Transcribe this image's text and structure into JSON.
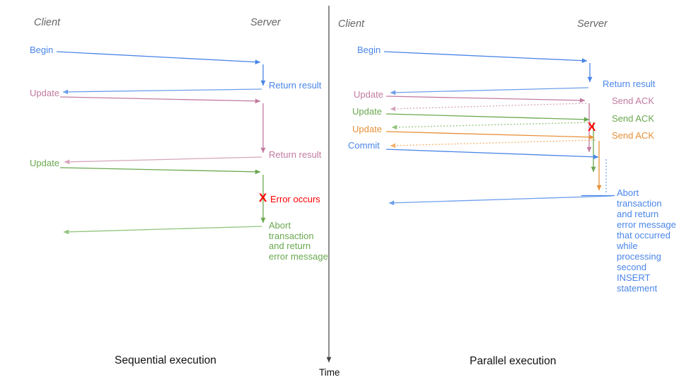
{
  "colors": {
    "blue": "#4a86e8",
    "blue_light": "#6d9eeb",
    "pink": "#c27ba0",
    "pink_light": "#d5a6bd",
    "green": "#6aa84f",
    "green_light": "#93c47d",
    "orange": "#e69138",
    "orange_light": "#f6b26b",
    "red": "#ff0000",
    "header_gray": "#666666",
    "axis_dark": "#444444"
  },
  "time_axis_label": "Time",
  "left_panel": {
    "caption": "Sequential execution",
    "client_header": "Client",
    "server_header": "Server",
    "begin_label": "Begin",
    "return_result_1_label": "Return result",
    "update_1_label": "Update",
    "return_result_2_label": "Return result",
    "update_2_label": "Update",
    "error_mark": "X",
    "error_label": "Error occurs",
    "abort_lines": [
      "Abort",
      "transaction",
      "and return",
      "error message"
    ]
  },
  "right_panel": {
    "caption": "Parallel execution",
    "client_header": "Client",
    "server_header": "Server",
    "begin_label": "Begin",
    "return_result_label": "Return result",
    "update_1_label": "Update",
    "send_ack_1_label": "Send ACK",
    "update_2_label": "Update",
    "send_ack_2_label": "Send ACK",
    "update_3_label": "Update",
    "send_ack_3_label": "Send ACK",
    "commit_label": "Commit",
    "error_mark": "X",
    "abort_lines": [
      "Abort",
      "transaction",
      "and return",
      "error message",
      "that occurred",
      "while",
      "processing",
      "second",
      "INSERT",
      "statement"
    ]
  }
}
